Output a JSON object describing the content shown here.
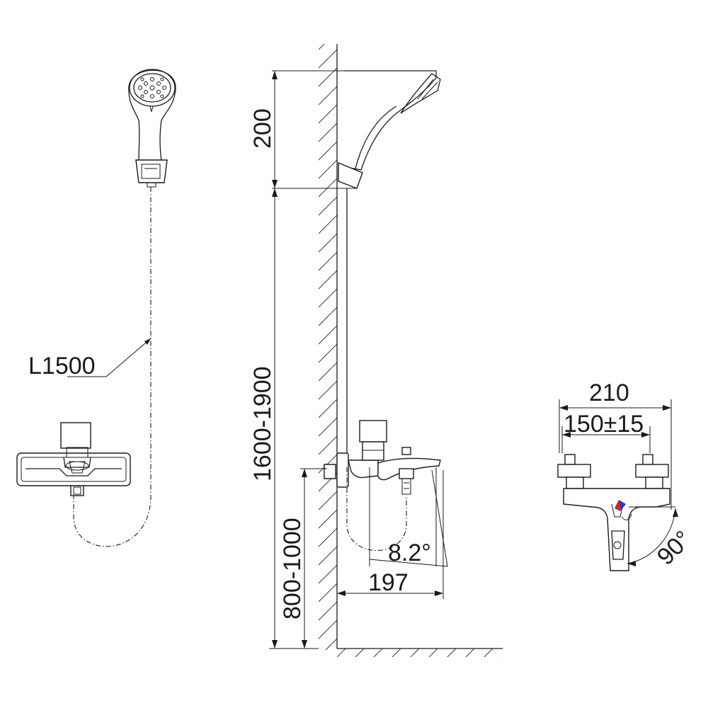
{
  "dimensions": {
    "hose_length": "L1500",
    "head_height": "200",
    "bar_height": "1600-1900",
    "mixer_height": "800-1000",
    "spout_angle": "8.2°",
    "spout_reach": "197",
    "overall_width": "210",
    "center_distance": "150±15",
    "handle_rotation": "90°"
  },
  "colors": {
    "line": "#1a1a1a",
    "background": "#ffffff",
    "hot_marker": "#d42020",
    "cold_marker": "#2040c0"
  },
  "icons": {
    "hand_shower": "hand-shower-icon",
    "mixer_front": "mixer-front-icon",
    "mixer_side": "mixer-side-icon",
    "mixer_top": "mixer-top-icon"
  }
}
